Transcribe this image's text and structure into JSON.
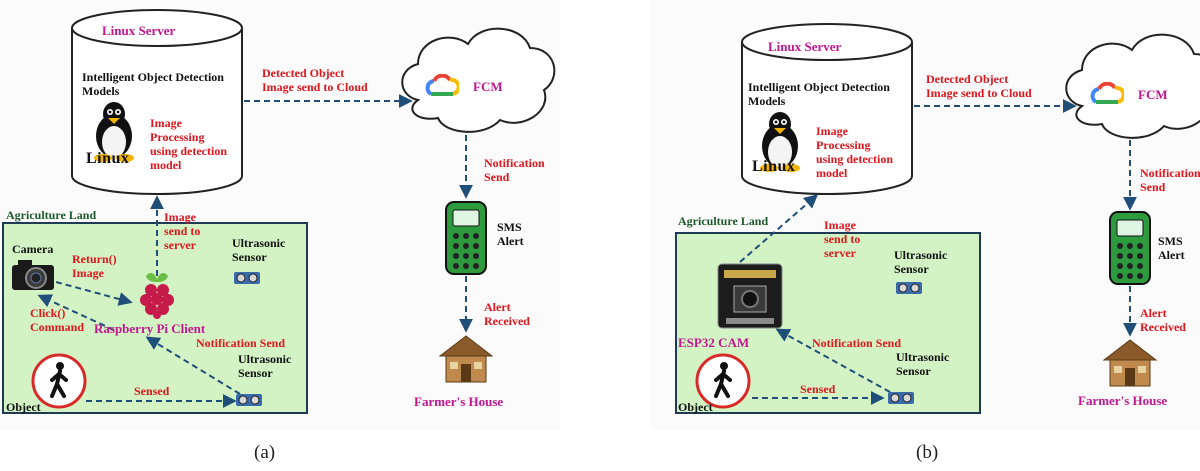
{
  "colors": {
    "land_fill": "#d3f3c4",
    "land_border": "#1f3a55",
    "arrow": "#1f4e79",
    "label_red": "#e0161d",
    "label_magenta": "#c0168f",
    "label_green": "#1c5a2c",
    "sensor_circle": "#d92a2a"
  },
  "icons": [
    "database-cylinder",
    "cloud-icon",
    "google-cloud-logo",
    "linux-tux-logo",
    "mobile-phone-icon",
    "house-icon",
    "camera-icon",
    "raspberry-pi-logo",
    "esp32-cam-board",
    "ultrasonic-sensor-icon",
    "walking-person-icon"
  ],
  "panel_a": {
    "server_title": "Linux Server",
    "models_line1": "Intelligent Object Detection",
    "models_line2": "Models",
    "linux_word": "Linux",
    "processing_lines": [
      "Image",
      "Processing",
      "using detection",
      "model"
    ],
    "to_cloud_line1": "Detected Object",
    "to_cloud_line2": "Image send to Cloud",
    "fcm": "FCM",
    "notification_lines": [
      "Notification",
      "Send"
    ],
    "sms_lines": [
      "SMS",
      "Alert"
    ],
    "alert_received_lines": [
      "Alert",
      "Received"
    ],
    "farmers_house": "Farmer's House",
    "agriculture_land": "Agriculture Land",
    "image_send_lines": [
      "Image",
      "send to",
      "server"
    ],
    "camera": "Camera",
    "return_lines": [
      "Return()",
      "Image"
    ],
    "click_lines": [
      "Click()",
      "Command"
    ],
    "client": "Raspberry Pi Client",
    "ultrasonic_top_lines": [
      "Ultrasonic",
      "Sensor"
    ],
    "notification_send": "Notification Send",
    "ultrasonic_bottom_lines": [
      "Ultrasonic",
      "Sensor"
    ],
    "sensed": "Sensed",
    "object": "Object",
    "caption": "(a)"
  },
  "panel_b": {
    "server_title": "Linux Server",
    "models_line1": "Intelligent Object Detection",
    "models_line2": "Models",
    "linux_word": "Linux",
    "processing_lines": [
      "Image",
      "Processing",
      "using detection",
      "model"
    ],
    "to_cloud_line1": "Detected Object",
    "to_cloud_line2": "Image send to Cloud",
    "fcm": "FCM",
    "notification_lines": [
      "Notification",
      "Send"
    ],
    "sms_lines": [
      "SMS",
      "Alert"
    ],
    "alert_received_lines": [
      "Alert",
      "Received"
    ],
    "farmers_house": "Farmer's House",
    "agriculture_land": "Agriculture Land",
    "image_send_lines": [
      "Image",
      "send to",
      "server"
    ],
    "client": "ESP32 CAM",
    "ultrasonic_top_lines": [
      "Ultrasonic",
      "Sensor"
    ],
    "notification_send": "Notification Send",
    "ultrasonic_bottom_lines": [
      "Ultrasonic",
      "Sensor"
    ],
    "sensed": "Sensed",
    "object": "Object",
    "caption": "(b)"
  }
}
